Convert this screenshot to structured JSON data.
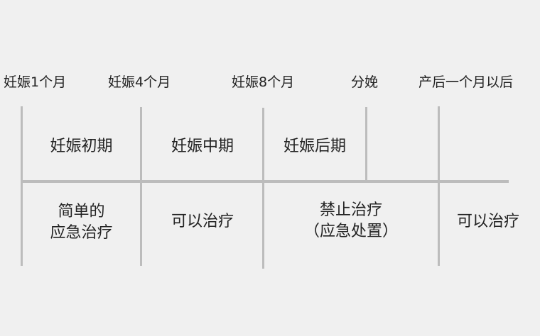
{
  "timeline": {
    "markers": [
      "妊娠1个月",
      "妊娠4个月",
      "妊娠8个月",
      "分娩",
      "产后一个月以后"
    ]
  },
  "stages": {
    "early": "妊娠初期",
    "middle": "妊娠中期",
    "late": "妊娠后期"
  },
  "treatment": {
    "early_line1": "简单的",
    "early_line2": "应急治疗",
    "middle": "可以治疗",
    "late_line1": "禁止治疗",
    "late_line2": "（应急处置）",
    "postpartum": "可以治疗"
  },
  "colors": {
    "background": "#f0f0f0",
    "lines": "#bcbcbc",
    "text": "#222222"
  }
}
